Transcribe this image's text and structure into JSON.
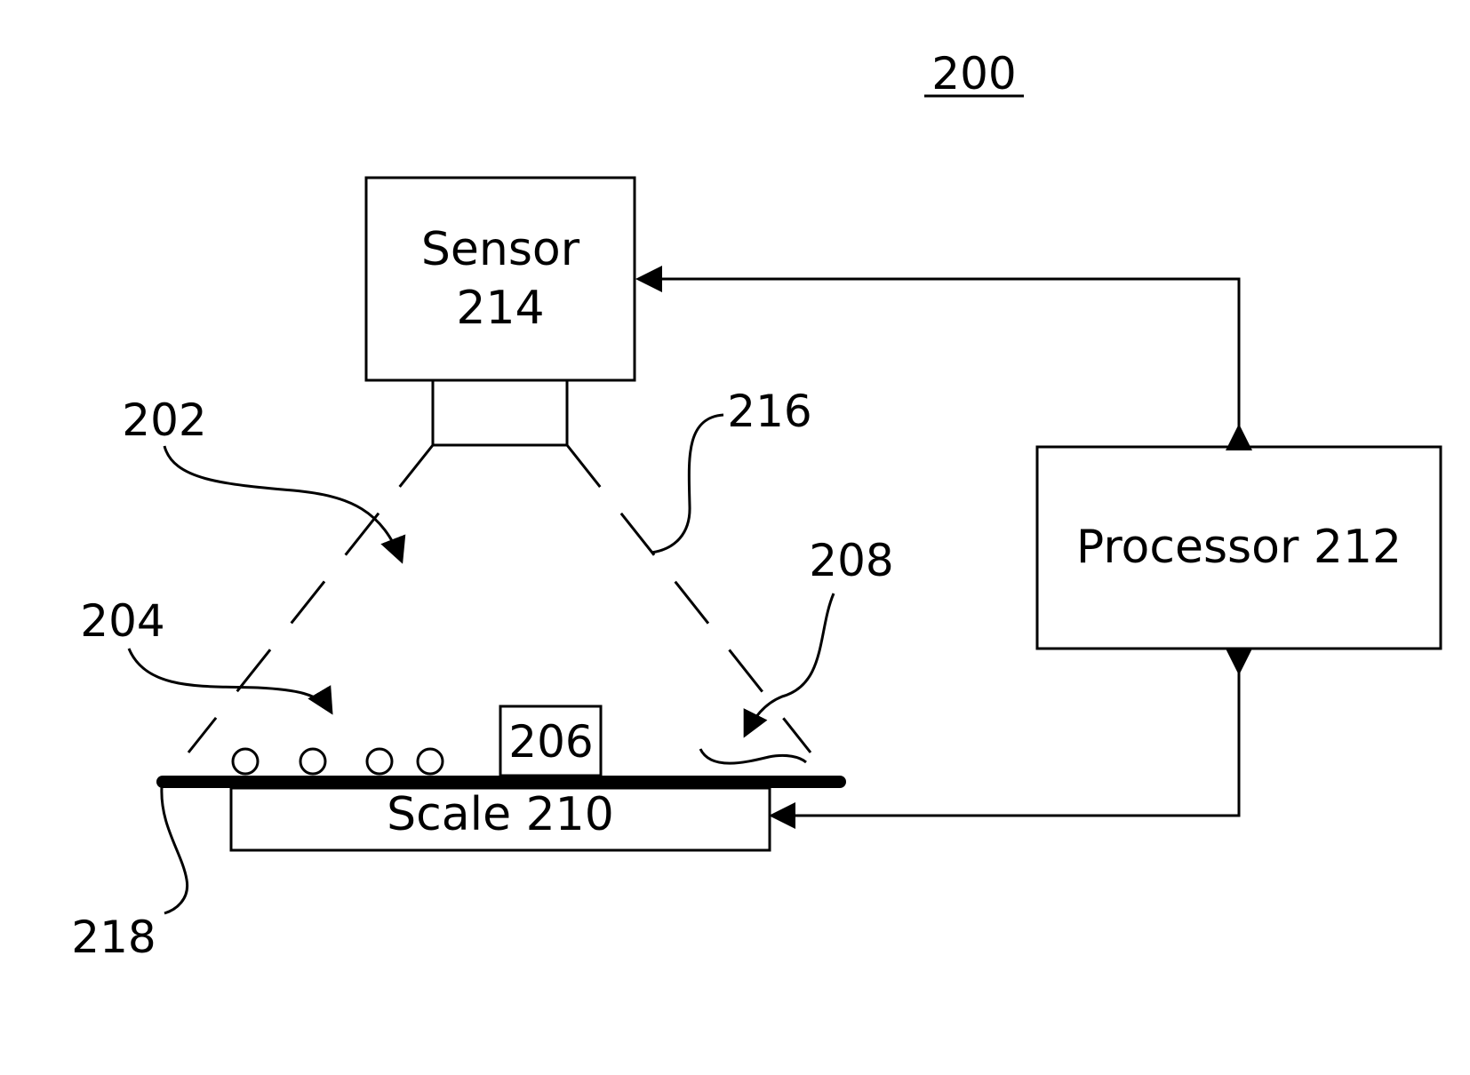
{
  "figure_number": "200",
  "sensor": {
    "name": "Sensor",
    "ref": "214"
  },
  "processor": {
    "label": "Processor 212"
  },
  "scale": {
    "label": "Scale 210"
  },
  "item_206": {
    "label": "206"
  },
  "reference_labels": {
    "field_of_view_edge": "202",
    "objects": "204",
    "residue": "208",
    "field_of_view": "216",
    "conveyor": "218"
  }
}
